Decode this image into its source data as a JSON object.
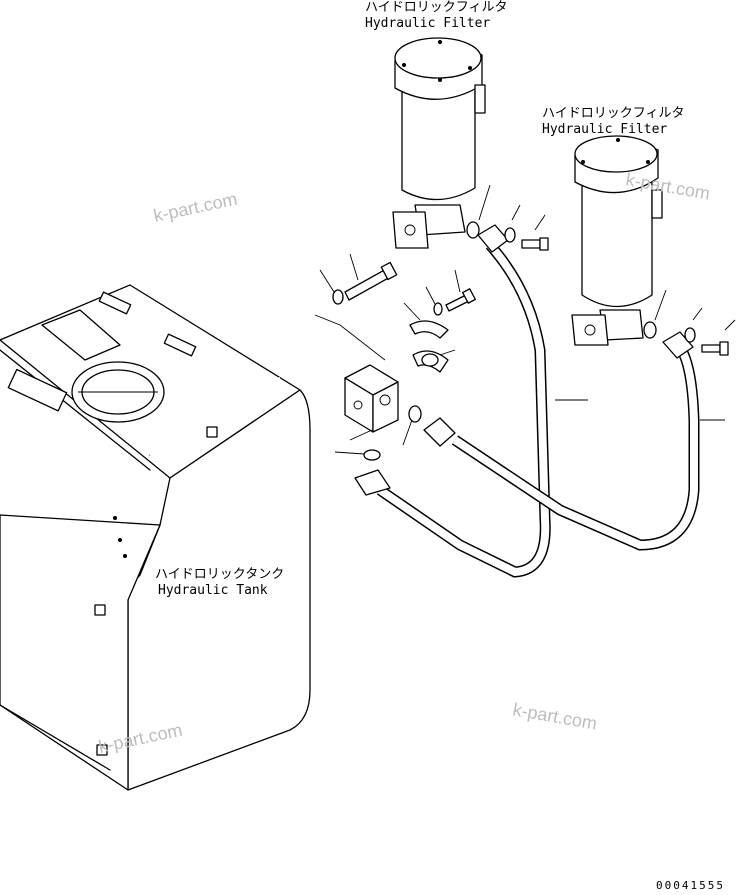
{
  "labels": {
    "filter1_jp": "ハイドロリックフィルタ",
    "filter1_en": "Hydraulic Filter",
    "filter2_jp": "ハイドロリックフィルタ",
    "filter2_en": "Hydraulic Filter",
    "tank_jp": "ハイドロリックタンク",
    "tank_en": "Hydraulic Tank"
  },
  "watermarks": [
    "k-part.com",
    "k-part.com",
    "k-part.com",
    "k-part.com"
  ],
  "drawing_number": "00041555"
}
